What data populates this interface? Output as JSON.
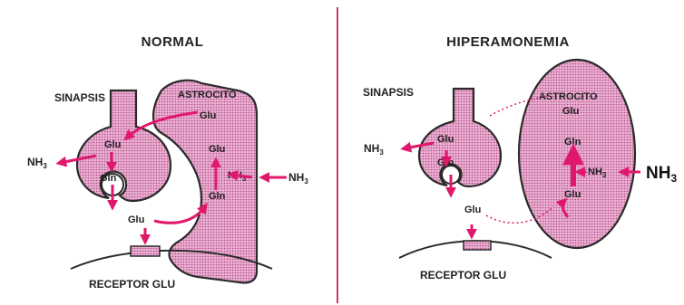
{
  "colors": {
    "fill": "#e7a7c8",
    "stroke": "#2a2a2a",
    "arrow": "#e0186c",
    "divider": "#c7385a"
  },
  "normal": {
    "title": "NORMAL",
    "synapse_label": "SINAPSIS",
    "astrocyte_label": "ASTROCITO",
    "receptor_label": "RECEPTOR GLU",
    "glu_outside": "Glu",
    "glu_astro": "Glu",
    "gln_astro": "Gln",
    "glu_astro_low": "Glu",
    "gln_syn": "Gln",
    "glu_syn": "Glu",
    "nh3_astro": "NH",
    "nh3_left": "NH",
    "nh3_right": "NH",
    "sub3": "3"
  },
  "hyper": {
    "title": "HIPERAMONEMIA",
    "synapse_label": "SINAPSIS",
    "astrocyte_label": "ASTROCITO",
    "receptor_label": "RECEPTOR GLU",
    "glu_outside": "Glu",
    "glu_astro": "Glu",
    "gln_astro": "Gln",
    "glu_astro_low": "Glu",
    "gln_syn": "Gln",
    "glu_syn": "Glu",
    "nh3_astro": "NH",
    "nh3_left": "NH",
    "nh3_right": "NH",
    "sub3": "3"
  }
}
